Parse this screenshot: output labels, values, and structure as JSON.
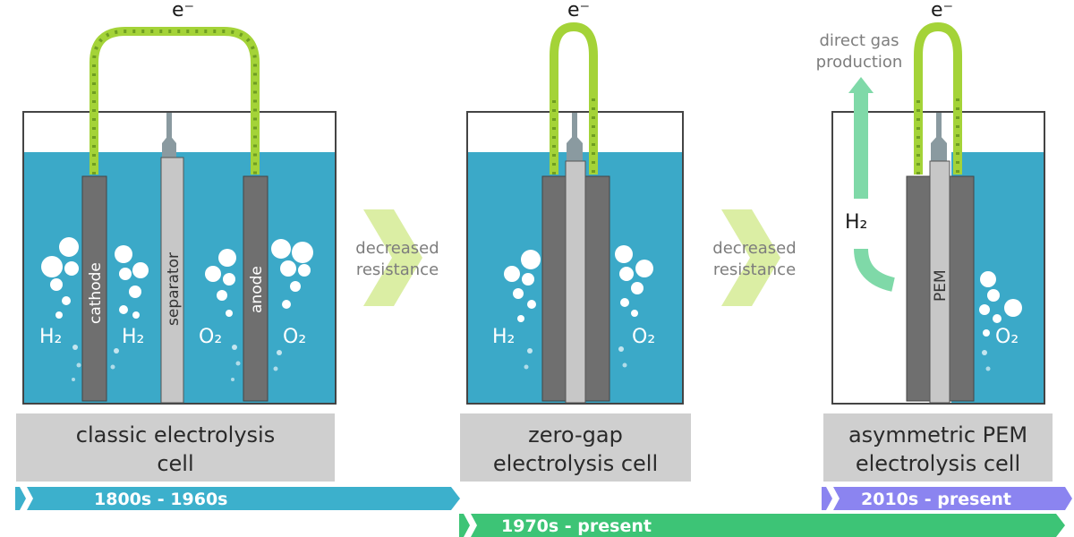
{
  "electron_label": "e⁻",
  "cells": [
    {
      "caption_line1": "classic electrolysis",
      "caption_line2": "cell",
      "cathode_label": "cathode",
      "anode_label": "anode",
      "separator_label": "separator",
      "gas_left": "H₂",
      "gas_left2": "H₂",
      "gas_right": "O₂",
      "gas_right2": "O₂"
    },
    {
      "caption_line1": "zero-gap",
      "caption_line2": "electrolysis cell",
      "gas_left": "H₂",
      "gas_right": "O₂"
    },
    {
      "caption_line1": "asymmetric PEM",
      "caption_line2": "electrolysis cell",
      "membrane_label": "PEM",
      "gas_right": "O₂",
      "gas_path_label": "H₂",
      "direct_gas_line1": "direct gas",
      "direct_gas_line2": "production"
    }
  ],
  "transitions": [
    {
      "line1": "decreased",
      "line2": "resistance"
    },
    {
      "line1": "decreased",
      "line2": "resistance"
    }
  ],
  "eras": [
    {
      "label": "1800s - 1960s",
      "color": "#3cb0cc"
    },
    {
      "label": "1970s - present",
      "color": "#3dc476"
    },
    {
      "label": "2010s - present",
      "color": "#8b84f0"
    }
  ],
  "colors": {
    "electrolyte": "#3ba9c8",
    "electrode": "#6f6f6f",
    "separator": "#c7c7c7",
    "wire": "#a4d338",
    "wire_dark": "#7fa82a",
    "transition_arrow": "#dbeea4",
    "caption_box": "#cfcfcf",
    "gas_arrow": "#7fd9a8"
  }
}
